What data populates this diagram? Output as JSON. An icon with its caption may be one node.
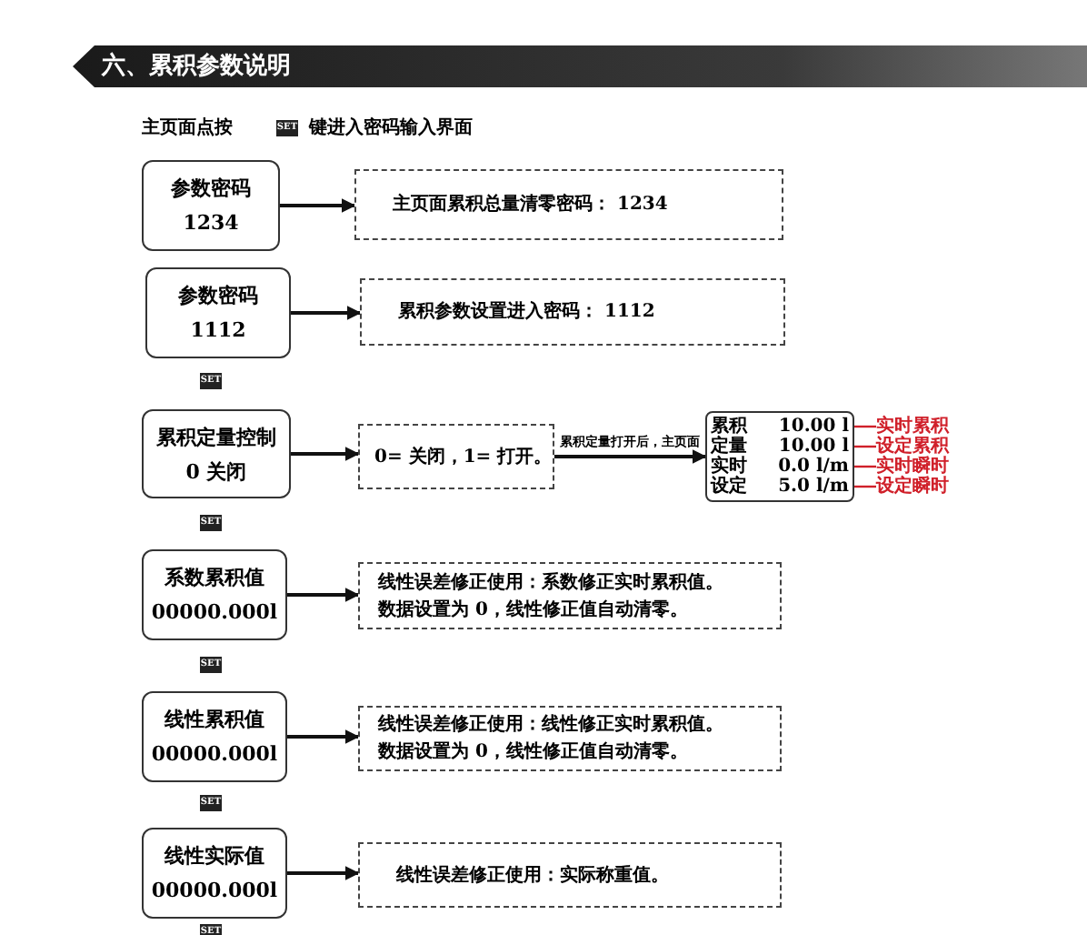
{
  "diagram": {
    "title": "六、累积参数说明",
    "nodes": [
      {
        "text": [
          "参数密码",
          "1234"
        ]
      },
      {
        "text": [
          "主页面累积总量清零密码： 1234"
        ]
      },
      {
        "text": [
          "参数密码",
          "1112"
        ]
      },
      {
        "text": [
          "累积参数设置进入密码： 1112"
        ]
      },
      {
        "text": [
          "累积定量控制",
          "0 关闭"
        ]
      },
      {
        "text": [
          "0= 关闭，1= 打开。"
        ]
      },
      {
        "text": [
          "累积",
          "10.00 l",
          "定量",
          "10.00 l",
          "实时",
          "0.0 l/m",
          "设定",
          "5.0 l/m"
        ]
      },
      {
        "text": [
          "实时累积"
        ]
      },
      {
        "text": [
          "设定累积"
        ]
      },
      {
        "text": [
          "实时瞬时"
        ]
      },
      {
        "text": [
          "设定瞬时"
        ]
      },
      {
        "text": [
          "系数累积值",
          "00000.000l"
        ]
      },
      {
        "text": [
          "线性误差修正使用：系数修正实时累积值。",
          "数据设置为 0，线性修正值自动清零。"
        ]
      },
      {
        "text": [
          "线性累积值",
          "00000.000l"
        ]
      },
      {
        "text": [
          "线性误差修正使用：线性修正实时累积值。",
          "数据设置为 0，线性修正值自动清零。"
        ]
      },
      {
        "text": [
          "线性实际值",
          "00000.000l"
        ]
      },
      {
        "text": [
          "线性误差修正使用：实际称重值。"
        ]
      }
    ],
    "edges": [
      {
        "from": 0,
        "to": 1,
        "arrow": "to"
      },
      {
        "from": 2,
        "to": 3,
        "arrow": "to"
      },
      {
        "from": 4,
        "to": 5,
        "arrow": "to"
      },
      {
        "from": 5,
        "to": 6,
        "arrow": "to",
        "label": "累积定量打开后，主页面"
      },
      {
        "from": 7,
        "to": 6,
        "arrow": "none",
        "color": "#d0202a"
      },
      {
        "from": 8,
        "to": 6,
        "arrow": "none",
        "color": "#d0202a"
      },
      {
        "from": 9,
        "to": 6,
        "arrow": "none",
        "color": "#d0202a"
      },
      {
        "from": 10,
        "to": 6,
        "arrow": "none",
        "color": "#d0202a"
      },
      {
        "from": 11,
        "to": 12,
        "arrow": "to"
      },
      {
        "from": 13,
        "to": 14,
        "arrow": "to"
      },
      {
        "from": 15,
        "to": 16,
        "arrow": "to"
      }
    ],
    "labels": [
      "主页面点按",
      "SET",
      "键进入密码输入界面",
      "SET",
      "SET",
      "SET",
      "SET",
      "SET"
    ]
  }
}
